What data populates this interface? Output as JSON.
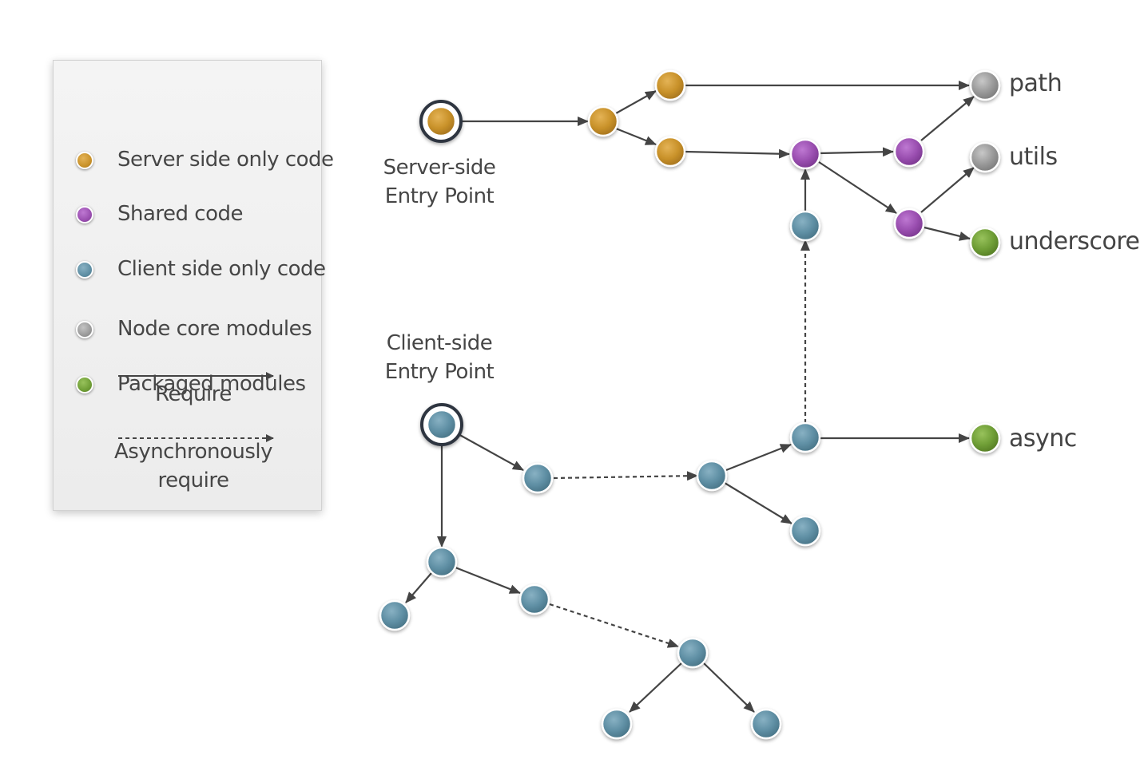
{
  "legend": {
    "items": [
      {
        "label": "Server side only code",
        "color": "#c9922a",
        "icon": "server-code-dot-icon"
      },
      {
        "label": "Shared code",
        "color": "#9a4fb0",
        "icon": "shared-code-dot-icon"
      },
      {
        "label": "Client side only code",
        "color": "#5f8fa4",
        "icon": "client-code-dot-icon"
      },
      {
        "label": "Node core modules",
        "color": "#9a9a9a",
        "icon": "node-core-dot-icon"
      },
      {
        "label": "Packaged modules",
        "color": "#6f9e36",
        "icon": "packaged-module-dot-icon"
      }
    ],
    "require_label": "Require",
    "async_label_line1": "Asynchronously",
    "async_label_line2": "require"
  },
  "diagram": {
    "server_entry_label_line1": "Server-side",
    "server_entry_label_line2": "Entry Point",
    "client_entry_label_line1": "Client-side",
    "client_entry_label_line2": "Entry Point",
    "modules": {
      "path": "path",
      "utils": "utils",
      "underscore": "underscore",
      "async": "async"
    }
  }
}
